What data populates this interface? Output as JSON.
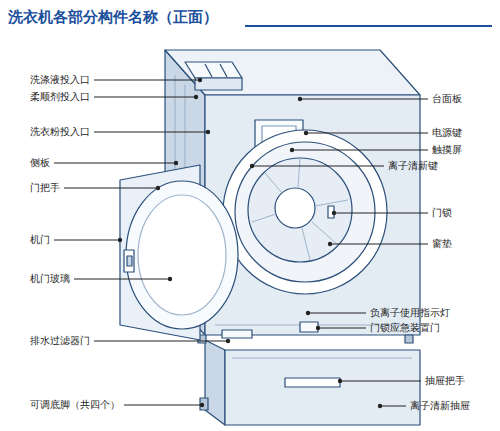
{
  "diagram": {
    "title": "洗衣机各部分构件名称（正面）",
    "labels": [
      "洗涤液投入口",
      "柔顺剂投入口",
      "洗衣粉投入口",
      "侧板",
      "门把手",
      "机门",
      "机门玻璃",
      "排水过滤器门",
      "可调底脚（共四个）",
      "台面板",
      "电源键",
      "触摸屏",
      "离子清新键",
      "门锁",
      "窗垫",
      "负离子使用指示灯",
      "门锁应急装置门",
      "抽屉把手",
      "离子清新抽屉"
    ]
  }
}
